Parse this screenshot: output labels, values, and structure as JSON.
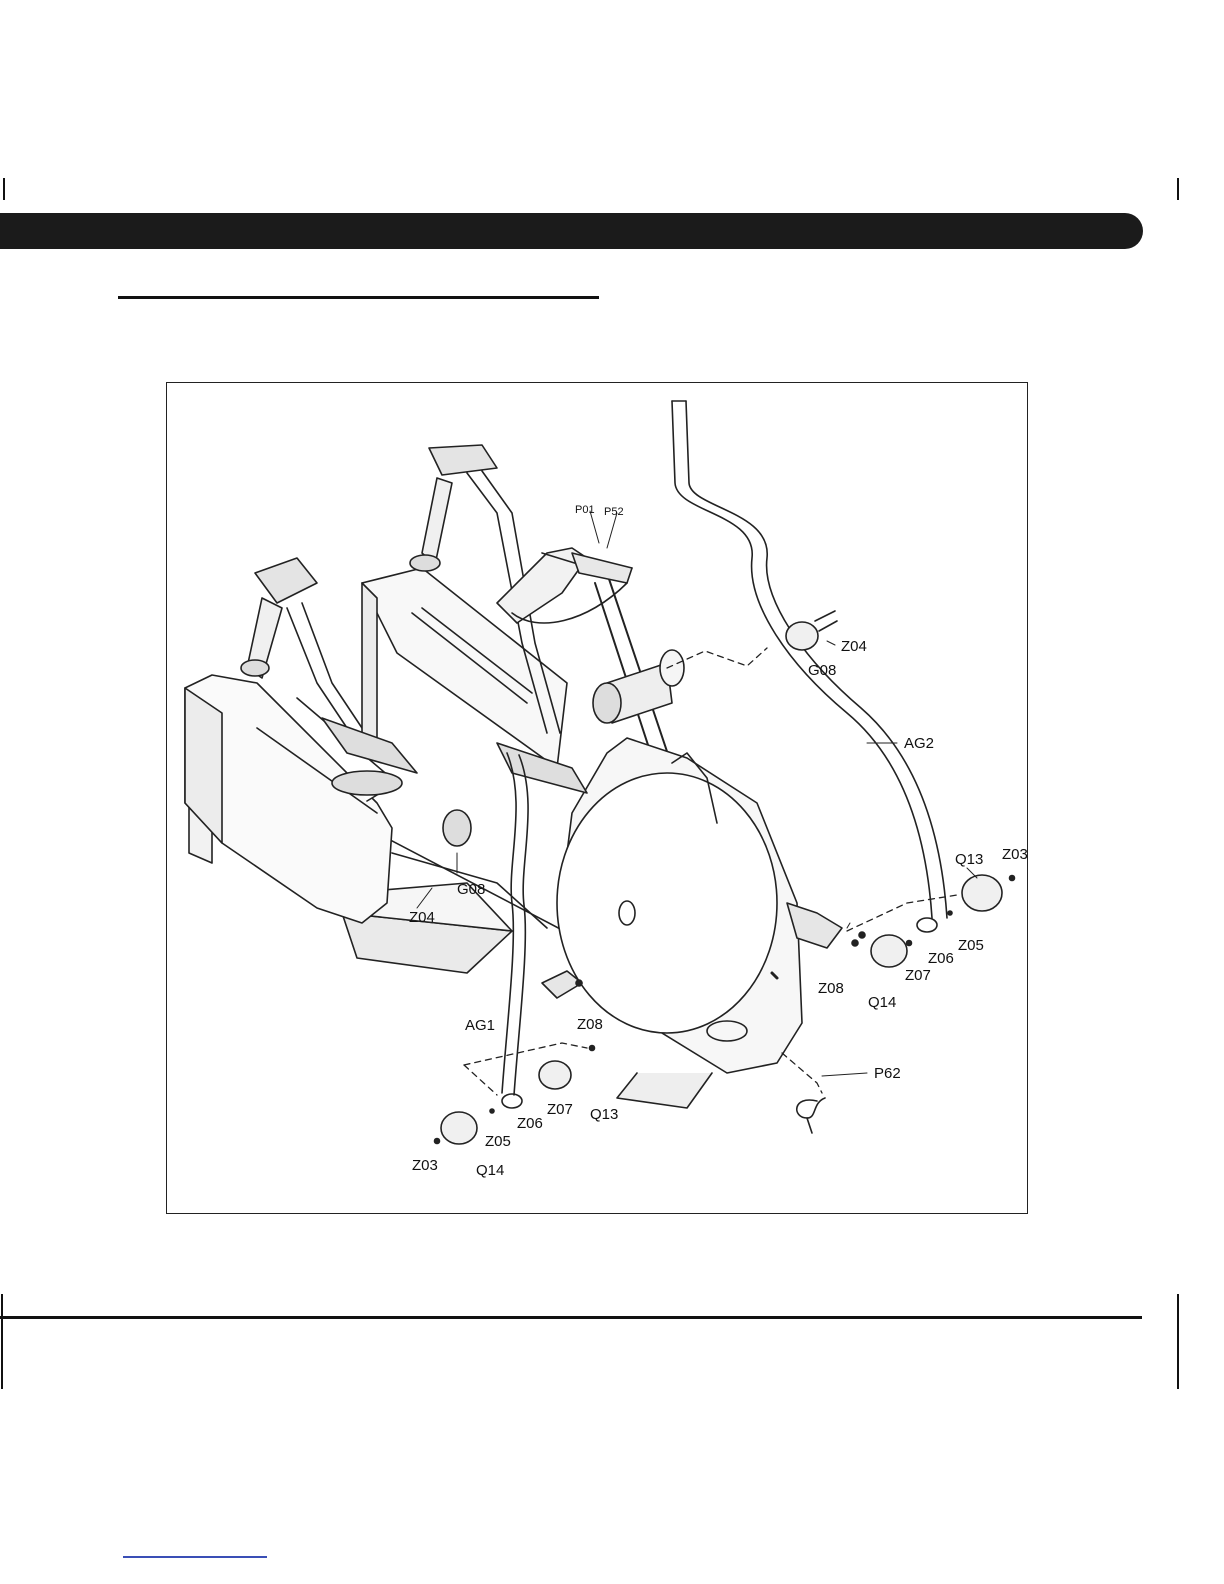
{
  "figure": {
    "description_free": true,
    "part_labels": {
      "p01": "P01",
      "p52": "P52",
      "z04_top": "Z04",
      "g08_top": "G08",
      "ag2": "AG2",
      "q13_right": "Q13",
      "z03_right": "Z03",
      "z06_right": "Z06",
      "z05_right": "Z05",
      "z07_right": "Z07",
      "z08_right": "Z08",
      "q14_right": "Q14",
      "g08_mid": "G08",
      "z04_mid": "Z04",
      "ag1": "AG1",
      "z08_left": "Z08",
      "p62": "P62",
      "z07_left": "Z07",
      "q13_left": "Q13",
      "z06_left": "Z06",
      "z05_left": "Z05",
      "z03_left": "Z03",
      "q14_left": "Q14"
    }
  }
}
